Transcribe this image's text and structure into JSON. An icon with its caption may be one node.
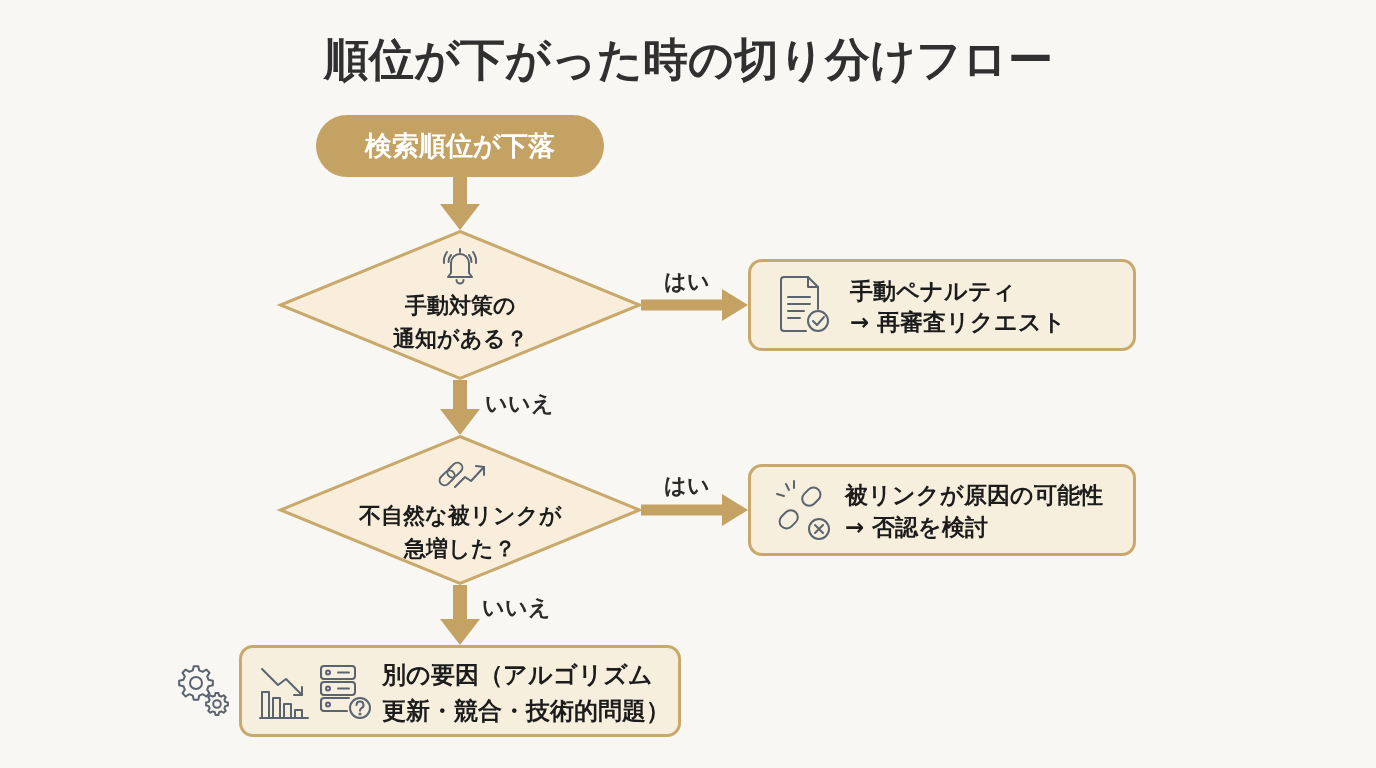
{
  "diagram": {
    "title": "順位が下がった時の切り分けフロー",
    "nodes": [
      {
        "text": [
          "検索順位が下落"
        ]
      },
      {
        "text": [
          "手動対策の通知がある？"
        ]
      },
      {
        "text": [
          "手動ペナルティ→ 再審査リクエスト"
        ]
      },
      {
        "text": [
          "不自然な被リンクが急増した？"
        ]
      },
      {
        "text": [
          "被リンクが原因の可能性→ 否認を検討"
        ]
      },
      {
        "text": [
          "別の要因（アルゴリズム更新・競合・技術的問題）"
        ]
      }
    ],
    "edges": [
      {
        "from": 0,
        "to": 1,
        "arrow": "to"
      },
      {
        "from": 1,
        "to": 2,
        "arrow": "to",
        "label": "はい"
      },
      {
        "from": 1,
        "to": 3,
        "arrow": "to",
        "label": "いいえ"
      },
      {
        "from": 3,
        "to": 4,
        "arrow": "to",
        "label": "はい"
      },
      {
        "from": 3,
        "to": 5,
        "arrow": "to",
        "label": "いいえ"
      }
    ]
  }
}
